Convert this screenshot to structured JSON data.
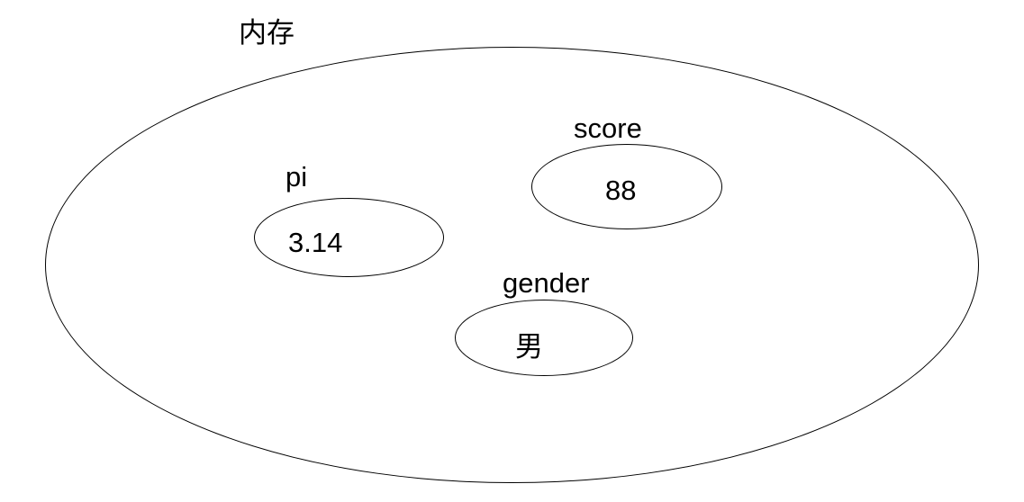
{
  "diagram": {
    "title": "内存",
    "variables": [
      {
        "name": "pi",
        "value": "3.14"
      },
      {
        "name": "score",
        "value": "88"
      },
      {
        "name": "gender",
        "value": "男"
      }
    ],
    "colors": {
      "stroke": "#000000",
      "text": "#000000",
      "background": "#ffffff"
    }
  }
}
